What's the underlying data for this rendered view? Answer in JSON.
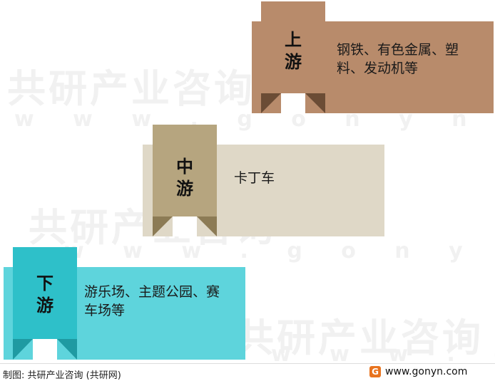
{
  "tiers": [
    {
      "id": "upstream",
      "label_chars": [
        "上",
        "游"
      ],
      "description_lines": [
        "钢铁、有色金属、塑",
        "料、发动机等"
      ],
      "panel_color": "#b88b6b",
      "tab_color": "#b88b6b",
      "notch_color": "#6b4c35"
    },
    {
      "id": "midstream",
      "label_chars": [
        "中",
        "游"
      ],
      "description_lines": [
        "卡丁车"
      ],
      "panel_color": "#dfd8c7",
      "tab_color": "#b6a57f",
      "notch_color": "#8c7b55"
    },
    {
      "id": "downstream",
      "label_chars": [
        "下",
        "游"
      ],
      "description_lines": [
        "游乐场、主题公园、赛",
        "车场等"
      ],
      "panel_color": "#5ed4dc",
      "tab_color": "#2ec0c9",
      "notch_color": "#1f9aa2"
    }
  ],
  "footer": {
    "source": "制图: 共研产业咨询 (共研网)",
    "logo_glyph": "G",
    "site": "www.gonyn.com"
  },
  "watermark": {
    "brand": "共研产业咨询",
    "url": "w w w . g o n y n . c o m"
  }
}
